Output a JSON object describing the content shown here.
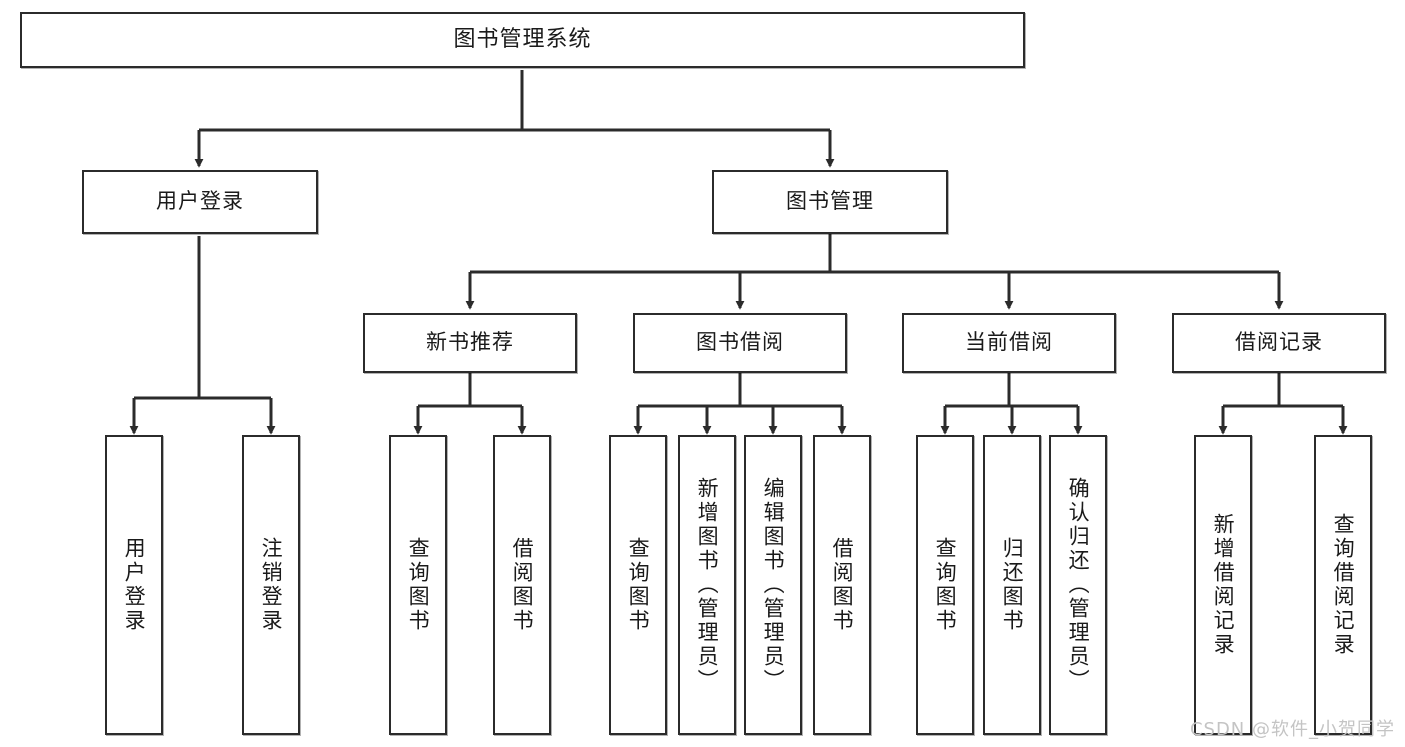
{
  "diagram": {
    "title": "图书管理系统",
    "type": "tree-hierarchy-chart",
    "line_color": "#2b2b2b",
    "box_fill": "#ffffff",
    "text_color": "#1a1a1a",
    "root": {
      "label": "图书管理系统"
    },
    "level2": [
      {
        "label": "用户登录"
      },
      {
        "label": "图书管理"
      }
    ],
    "level3": [
      {
        "label": "新书推荐"
      },
      {
        "label": "图书借阅"
      },
      {
        "label": "当前借阅"
      },
      {
        "label": "借阅记录"
      }
    ],
    "leaves": {
      "user_login": [
        {
          "label": "用户登录"
        },
        {
          "label": "注销登录"
        }
      ],
      "new_book_recommend": [
        {
          "label": "查询图书"
        },
        {
          "label": "借阅图书"
        }
      ],
      "book_borrow": [
        {
          "label": "查询图书"
        },
        {
          "label": "新增图书（管理员）"
        },
        {
          "label": "编辑图书（管理员）"
        },
        {
          "label": "借阅图书"
        }
      ],
      "current_borrow": [
        {
          "label": "查询图书"
        },
        {
          "label": "归还图书"
        },
        {
          "label": "确认归还（管理员）"
        }
      ],
      "borrow_record": [
        {
          "label": "新增借阅记录"
        },
        {
          "label": "查询借阅记录"
        }
      ]
    }
  },
  "watermark": {
    "text": "CSDN @软件_小贺同学",
    "color": "#c4c4c4"
  }
}
